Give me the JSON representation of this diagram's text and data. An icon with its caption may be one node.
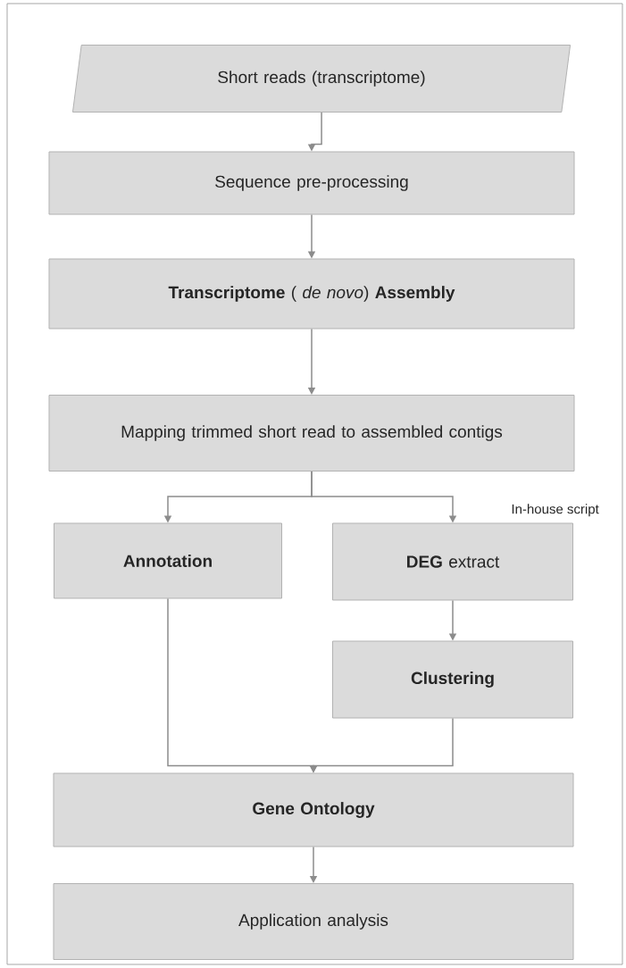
{
  "diagram": {
    "nodes": [
      {
        "text": [
          "Short reads (transcriptome)"
        ]
      },
      {
        "text": [
          "Sequence pre-processing"
        ]
      },
      {
        "text": [
          "**Transcriptome** ( *de novo*) **Assembly**"
        ]
      },
      {
        "text": [
          "Mapping trimmed short read to assembled contigs"
        ]
      },
      {
        "text": [
          "Annotation"
        ]
      },
      {
        "text": [
          "**DEG** extract"
        ],
        "beside": [
          "In-house script"
        ]
      },
      {
        "text": [
          "Clustering"
        ]
      },
      {
        "text": [
          "Gene Ontology"
        ]
      },
      {
        "text": [
          "Application analysis"
        ]
      }
    ],
    "edges": [
      {
        "from": 0,
        "to": 1,
        "arrow": "to"
      },
      {
        "from": 1,
        "to": 2,
        "arrow": "to"
      },
      {
        "from": 2,
        "to": 3,
        "arrow": "to"
      },
      {
        "from": 3,
        "to": 4,
        "arrow": "to"
      },
      {
        "from": 3,
        "to": 5,
        "arrow": "to"
      },
      {
        "from": 5,
        "to": 6,
        "arrow": "to"
      },
      {
        "from": 4,
        "to": 7,
        "arrow": "to"
      },
      {
        "from": 6,
        "to": 7,
        "arrow": "to"
      },
      {
        "from": 7,
        "to": 8,
        "arrow": "to"
      }
    ]
  }
}
